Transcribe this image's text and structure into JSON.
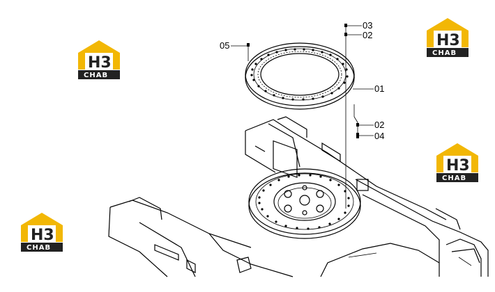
{
  "callouts": {
    "c03": "03",
    "c02_top": "02",
    "c05": "05",
    "c01": "01",
    "c02_bottom": "02",
    "c04": "04"
  },
  "watermark": {
    "mark": "H3",
    "caption": "CHAB",
    "accent_color": "#f2b705",
    "label_bg": "#222222"
  }
}
